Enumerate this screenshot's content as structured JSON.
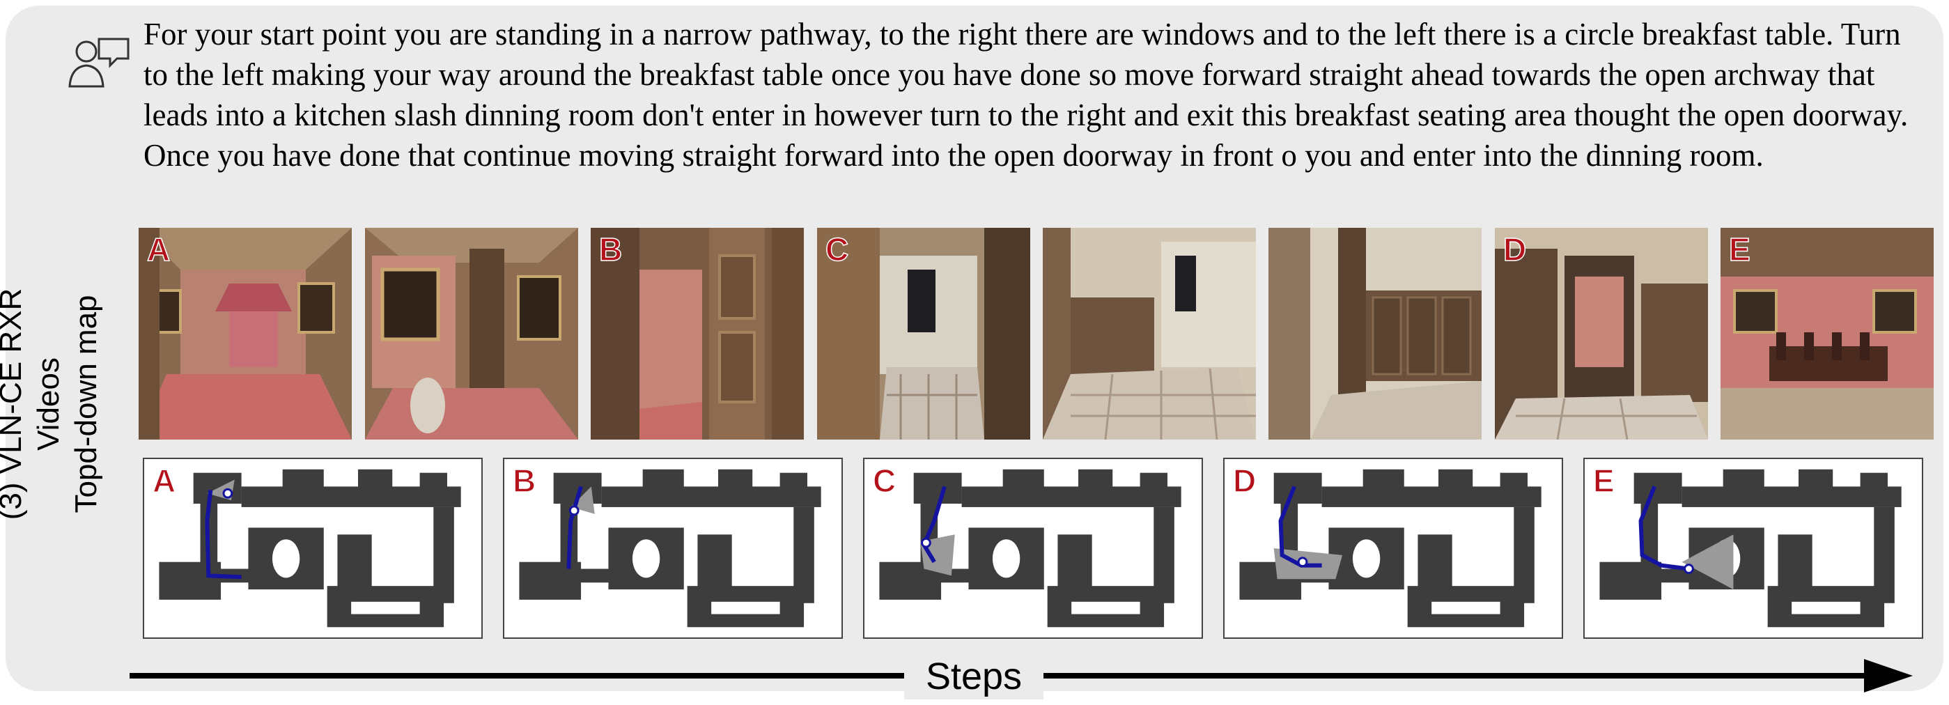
{
  "instruction": {
    "text": "For your start point you are standing in a narrow pathway, to the right there are windows and to the left there is a circle breakfast table. Turn to the left making your way around the breakfast table once you have done so move forward straight ahead towards the open archway that leads into a kitchen slash dinning room don't enter in however turn to the right and exit this breakfast seating area thought the open doorway. Once you have done that continue moving straight forward into the open doorway in front o you and enter into the dinning room.",
    "icon": "speaker-person-icon"
  },
  "side_title": {
    "line1": "(3) VLN-CE RXR",
    "line2": "Videos",
    "line3": "Topd-down map"
  },
  "video_frames": [
    {
      "tag": "A",
      "scene": "ornate bedroom with canopy bed"
    },
    {
      "tag": "",
      "scene": "bedroom corner with portraits and vase"
    },
    {
      "tag": "B",
      "scene": "wooden doorway into red room"
    },
    {
      "tag": "C",
      "scene": "doorway opening to checkered hall"
    },
    {
      "tag": "",
      "scene": "hallway with checkered floor"
    },
    {
      "tag": "",
      "scene": "wood panelled corridor"
    },
    {
      "tag": "D",
      "scene": "doorway toward red dining room"
    },
    {
      "tag": "E",
      "scene": "red dining room with long table"
    }
  ],
  "maps": [
    {
      "tag": "A"
    },
    {
      "tag": "B"
    },
    {
      "tag": "C"
    },
    {
      "tag": "D"
    },
    {
      "tag": "E"
    }
  ],
  "axis": {
    "label": "Steps"
  },
  "colors": {
    "panel_bg": "#ebebeb",
    "tag_red": "#b4121a",
    "map_gray": "#3d3d3d",
    "path_blue": "#1414a0"
  }
}
